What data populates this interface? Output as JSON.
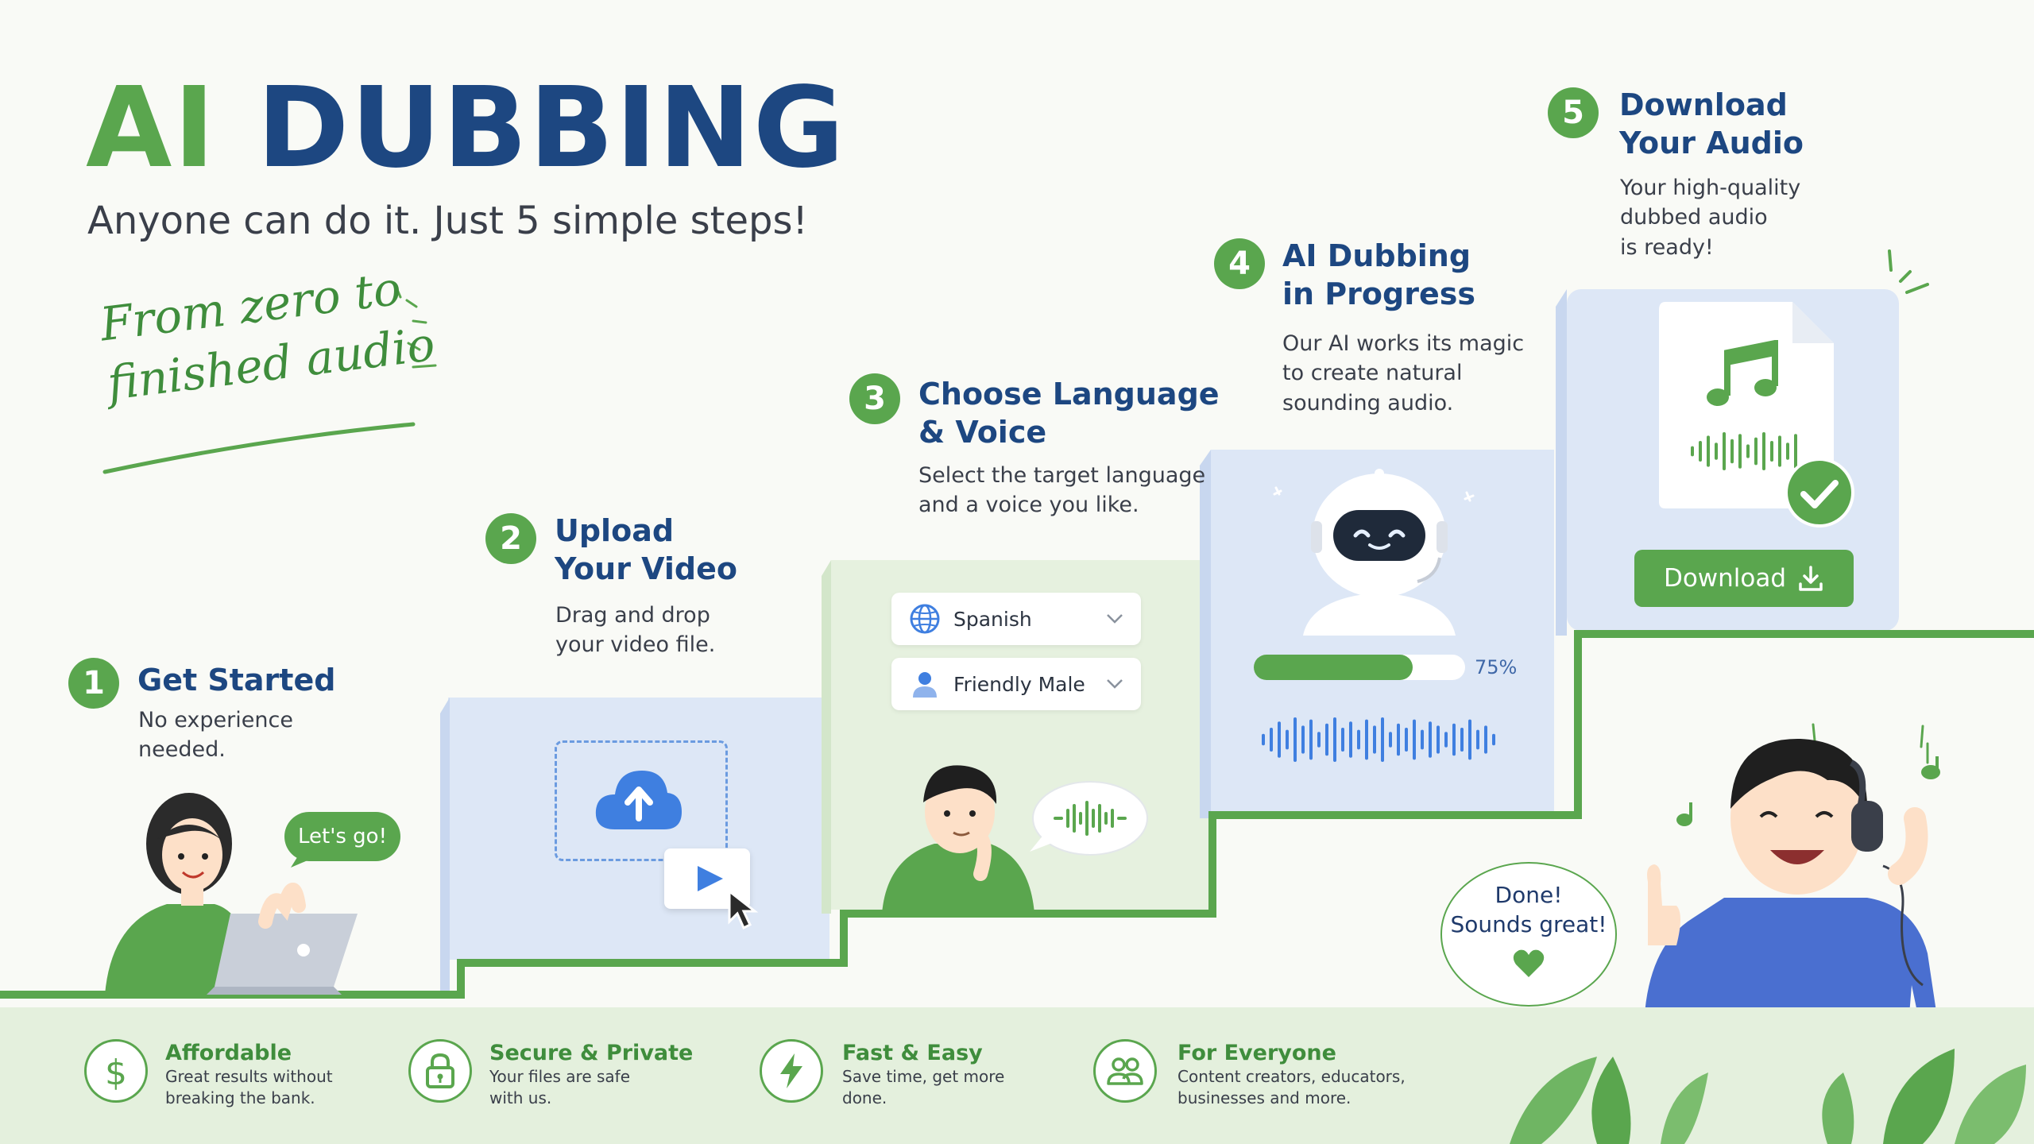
{
  "header": {
    "title_accent": "AI",
    "title_main": "DUBBING",
    "subtitle": "Anyone can do it. Just 5 simple steps!",
    "tagline_line1": "From zero to",
    "tagline_line2": "finished audio"
  },
  "steps": [
    {
      "number": "1",
      "title": [
        "Get Started"
      ],
      "description": [
        "No experience",
        "needed."
      ],
      "bubble": "Let's go!"
    },
    {
      "number": "2",
      "title": [
        "Upload",
        "Your Video"
      ],
      "description": [
        "Drag and drop",
        "your video file."
      ]
    },
    {
      "number": "3",
      "title": [
        "Choose Language",
        "& Voice"
      ],
      "description": [
        "Select the target language",
        "and a voice you like."
      ],
      "language_select": "Spanish",
      "voice_select": "Friendly Male"
    },
    {
      "number": "4",
      "title": [
        "AI Dubbing",
        "in Progress"
      ],
      "description": [
        "Our AI works its magic",
        "to create natural",
        "sounding audio."
      ],
      "progress_percent": 75,
      "progress_label": "75%"
    },
    {
      "number": "5",
      "title": [
        "Download",
        "Your Audio"
      ],
      "description": [
        "Your high-quality",
        "dubbed audio",
        "is ready!"
      ],
      "download_label": "Download",
      "bubble_line1": "Done!",
      "bubble_line2": "Sounds great!"
    }
  ],
  "benefits": [
    {
      "icon": "dollar-icon",
      "title": "Affordable",
      "description": [
        "Great results without",
        "breaking the bank."
      ]
    },
    {
      "icon": "lock-icon",
      "title": "Secure & Private",
      "description": [
        "Your files are safe",
        "with us."
      ]
    },
    {
      "icon": "lightning-icon",
      "title": "Fast & Easy",
      "description": [
        "Save time, get more",
        "done."
      ]
    },
    {
      "icon": "people-icon",
      "title": "For Everyone",
      "description": [
        "Content creators, educators,",
        "businesses and more."
      ]
    }
  ],
  "colors": {
    "accent_green": "#5aa64e",
    "brand_blue": "#1d4781",
    "panel_blue": "#dfe8f7",
    "panel_green": "#e4f0dd",
    "progress_green": "#5aa64e"
  }
}
